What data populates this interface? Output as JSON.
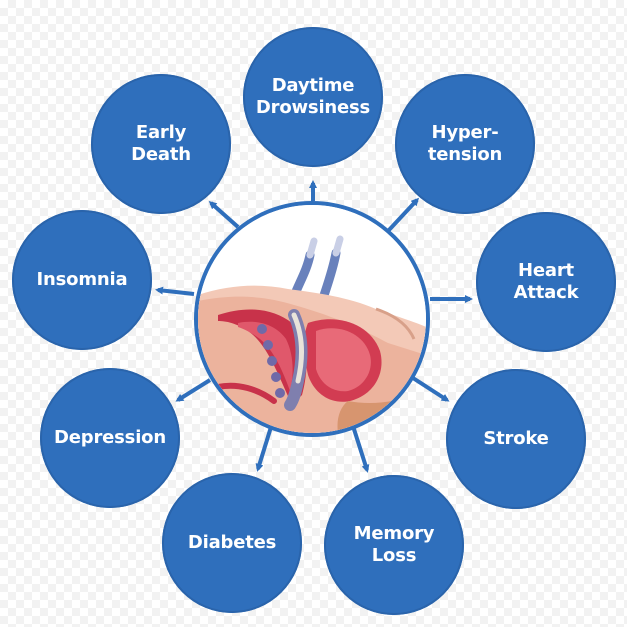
{
  "center": {
    "icon": "sleep-apnea-airway-illustration-icon"
  },
  "nodes": [
    {
      "label": "Daytime\nDrowsiness"
    },
    {
      "label": "Hyper-\ntension"
    },
    {
      "label": "Heart\nAttack"
    },
    {
      "label": "Stroke"
    },
    {
      "label": "Memory\nLoss"
    },
    {
      "label": "Diabetes"
    },
    {
      "label": "Depression"
    },
    {
      "label": "Insomnia"
    },
    {
      "label": "Early\nDeath"
    }
  ],
  "colors": {
    "node": "#2f6fbc",
    "arrow": "#2f6fbc",
    "text": "#ffffff"
  }
}
